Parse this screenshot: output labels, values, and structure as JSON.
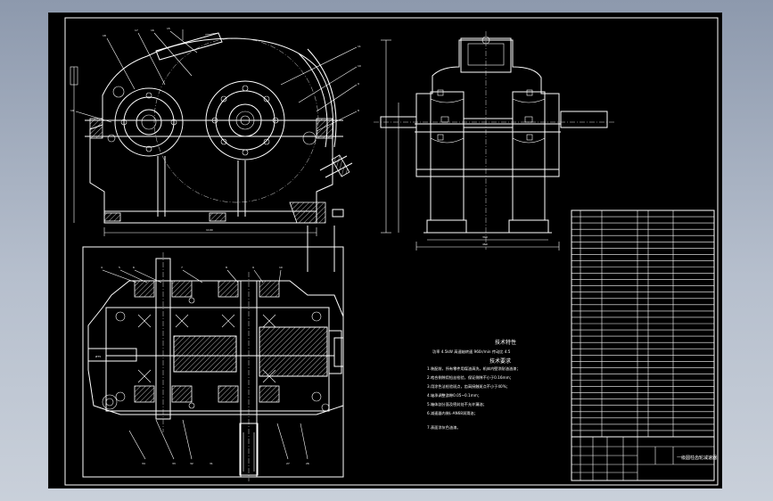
{
  "drawing": {
    "title_block_name": "一级圆柱齿轮减速器",
    "tech_req_title": "技术要求",
    "tech_req_lines": [
      "1.装配前，所有零件用煤油清洗，机体内壁涂耐油油漆；",
      "2.啮合侧隙用铅丝检验，保证侧隙不小于0.16mm；",
      "3.用涂色法检验斑点，齿高接触斑点不小于40%；",
      "4.轴承调整游隙0.05~0.1mm；",
      "5.箱体剖分面及密封处不允许漏油；",
      "6.减速器内装L-AN68润滑油；",
      "7.表面涂灰色油漆。"
    ],
    "tech_spec_title": "技术特性",
    "tech_spec_line": "功率 4.5kW   高速轴转速 960r/min   传动比 4.5"
  }
}
